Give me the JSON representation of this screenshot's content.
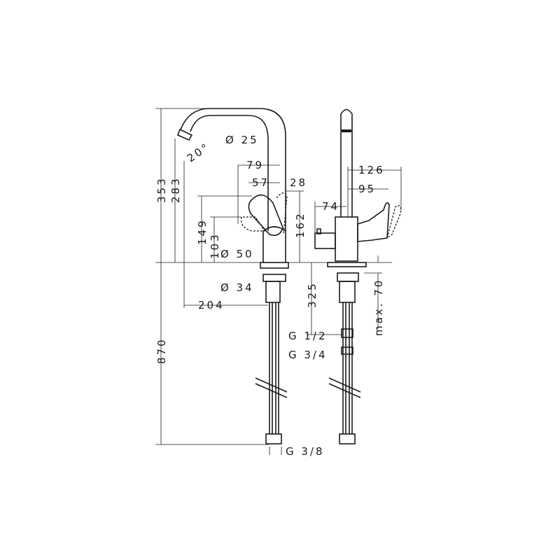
{
  "drawing": {
    "left_view": {
      "total_height": "353",
      "spout_height": "283",
      "spout_angle": "20°",
      "spout_diameter": "Ø 25",
      "handle_reach_79": "79",
      "handle_reach_57": "57",
      "handle_offset_28": "28",
      "handle_height_149": "149",
      "handle_height_103": "103",
      "handle_height_162": "162",
      "body_diameter": "Ø 50",
      "shank_diameter": "Ø 34",
      "spout_reach": "204",
      "hose_length": "870",
      "hose_thread": "G 3/8"
    },
    "right_view": {
      "handle_reach_126": "126",
      "handle_reach_95": "95",
      "knob_reach": "74",
      "shank_length": "325",
      "max_counter_thickness": "max. 70",
      "thread_half": "G 1/2",
      "thread_three_quarter": "G 3/4"
    }
  }
}
